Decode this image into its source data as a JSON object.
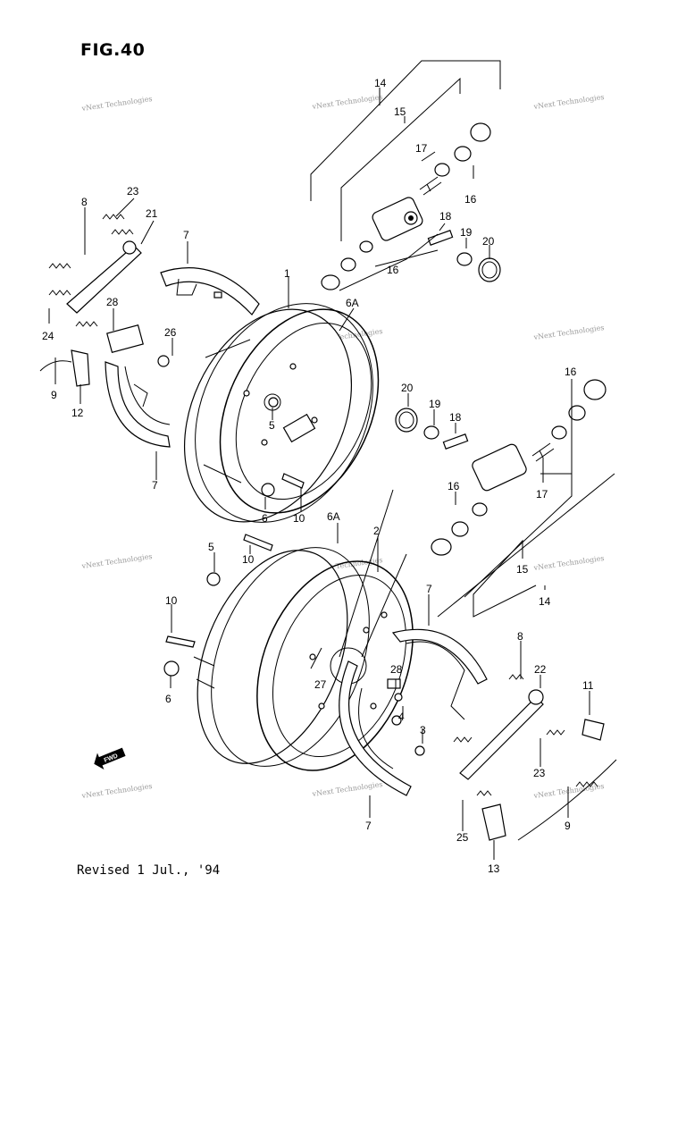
{
  "figure": {
    "title": "FIG.40"
  },
  "footer": {
    "revised": "Revised 1 Jul., '94"
  },
  "watermark": {
    "text": "vNext Technologies"
  },
  "fwd_marker": {
    "text": "FWD"
  },
  "callouts": {
    "c1": "1",
    "c2": "2",
    "c3": "3",
    "c4": "4",
    "c5a": "5",
    "c5b": "5",
    "c6a": "6",
    "c6b": "6",
    "c6Aa": "6A",
    "c6Ab": "6A",
    "c7a": "7",
    "c7b": "7",
    "c7c": "7",
    "c7d": "7",
    "c8a": "8",
    "c8b": "8",
    "c9a": "9",
    "c9b": "9",
    "c10a": "10",
    "c10b": "10",
    "c10c": "10",
    "c11": "11",
    "c12": "12",
    "c13": "13",
    "c14a": "14",
    "c14b": "14",
    "c15a": "15",
    "c15b": "15",
    "c16a": "16",
    "c16b": "16",
    "c16c": "16",
    "c16d": "16",
    "c17a": "17",
    "c17b": "17",
    "c18a": "18",
    "c18b": "18",
    "c19a": "19",
    "c19b": "19",
    "c20a": "20",
    "c20b": "20",
    "c21": "21",
    "c22": "22",
    "c23a": "23",
    "c23b": "23",
    "c24": "24",
    "c25": "25",
    "c26": "26",
    "c27": "27",
    "c28a": "28",
    "c28b": "28"
  }
}
